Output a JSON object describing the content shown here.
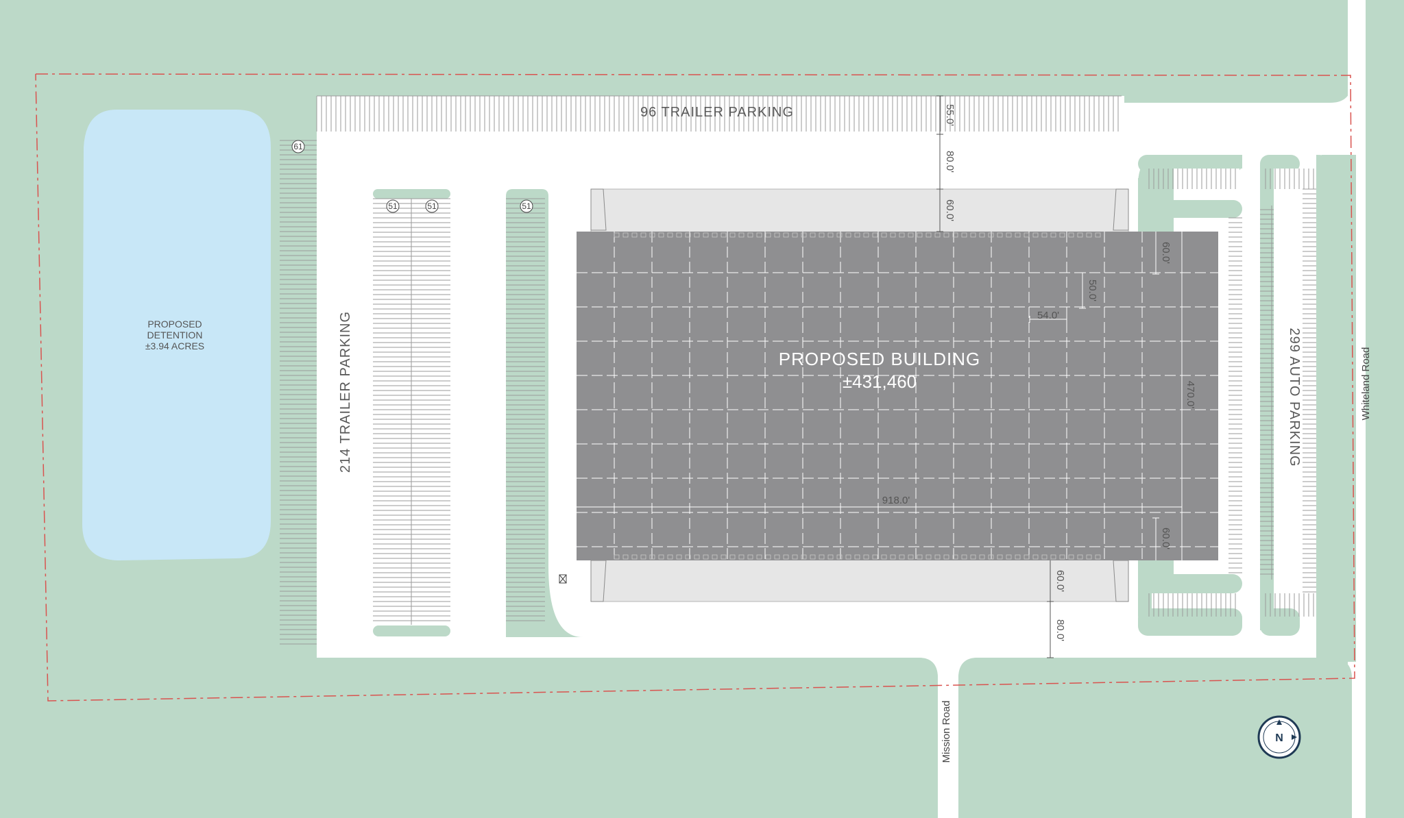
{
  "colors": {
    "grass": "#bcd9c8",
    "pavement": "#ffffff",
    "water": "#c8e7f7",
    "building": "#8f8f91",
    "dock": "#e6e6e6",
    "property_line": "#d9534f",
    "compass": "#1f3a55"
  },
  "labels": {
    "trailer_parking_top": "96 TRAILER PARKING",
    "trailer_parking_left": "214 TRAILER PARKING",
    "auto_parking": "299 AUTO PARKING",
    "detention_line1": "PROPOSED",
    "detention_line2": "DETENTION",
    "detention_line3": "±3.94 ACRES",
    "building_name": "PROPOSED BUILDING",
    "building_area": "±431,460",
    "road_east": "Whiteland Road",
    "road_south": "Mission Road",
    "compass": "N"
  },
  "stall_counts": {
    "left_row": "61",
    "island_1a": "51",
    "island_1b": "51",
    "island_2": "51"
  },
  "dimensions": {
    "top_parking_depth": "55.0'",
    "top_drive": "80.0'",
    "top_dock": "60.0'",
    "bottom_dock": "60.0'",
    "bottom_drive": "80.0'",
    "bay_depth": "50.0'",
    "bay_width": "54.0'",
    "building_width": "918.0'",
    "building_depth": "470.0'",
    "speed_bay_top": "60.0'",
    "speed_bay_bottom": "60.0'"
  }
}
